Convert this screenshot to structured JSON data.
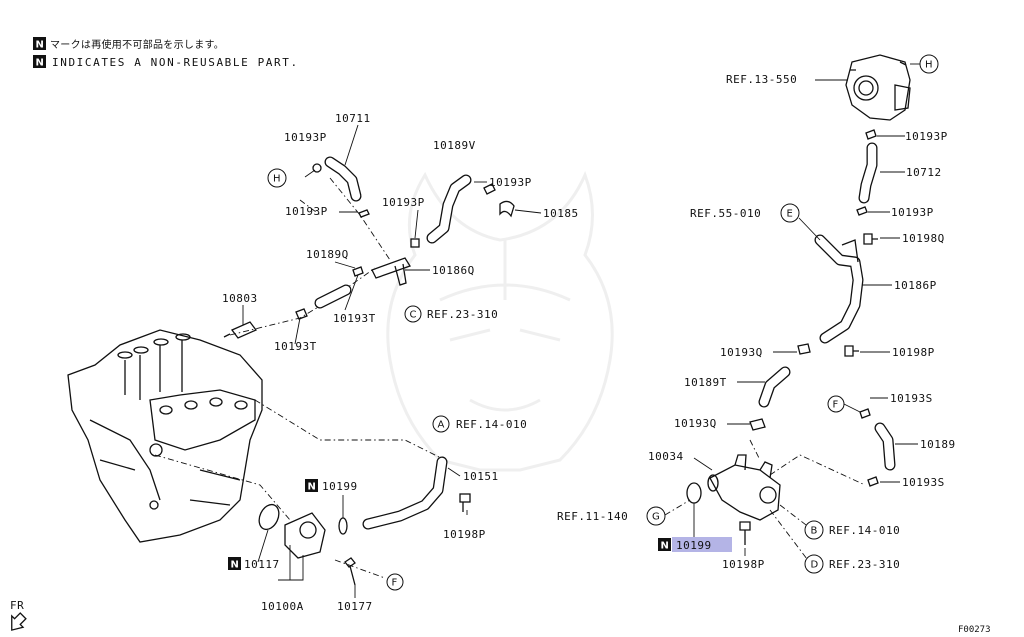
{
  "notes": {
    "badge": "N",
    "jp": "マークは再使用不可部品を示します。",
    "en": "INDICATES A NON-REUSABLE PART."
  },
  "labels": {
    "p10711": "10711",
    "p10193P_a": "10193P",
    "p10193P_b": "10193P",
    "p10189V": "10189V",
    "p10193P_c": "10193P",
    "p10193P_d": "10193P",
    "p10185": "10185",
    "p10189Q": "10189Q",
    "p10186Q": "10186Q",
    "p10193T_a": "10193T",
    "p10803": "10803",
    "p10193T_b": "10193T",
    "refC": "REF.23-310",
    "refA": "REF.14-010",
    "p10151": "10151",
    "p10199_a": "10199",
    "p10198P_a": "10198P",
    "p10117": "10117",
    "p10100A": "10100A",
    "p10177": "10177",
    "ref13": "REF.13-550",
    "p10193P_e": "10193P",
    "p10712": "10712",
    "ref55": "REF.55-010",
    "p10193P_f": "10193P",
    "p10198Q": "10198Q",
    "p10186P": "10186P",
    "p10193Q_a": "10193Q",
    "p10198P_b": "10198P",
    "p10189T": "10189T",
    "p10193S_a": "10193S",
    "p10193Q_b": "10193Q",
    "p10189": "10189",
    "p10034": "10034",
    "p10193S_b": "10193S",
    "ref11": "REF.11-140",
    "refB": "REF.14-010",
    "p10199_b": "10199",
    "p10198P_c": "10198P",
    "refD": "REF.23-310",
    "fr": "FR",
    "code": "F00273"
  },
  "callouts": {
    "H": "H",
    "C": "C",
    "A": "A",
    "F": "F",
    "E": "E",
    "G": "G",
    "B": "B",
    "D": "D",
    "N": "N"
  },
  "colors": {
    "highlight": "#b4b4e6",
    "ink": "#111111"
  }
}
